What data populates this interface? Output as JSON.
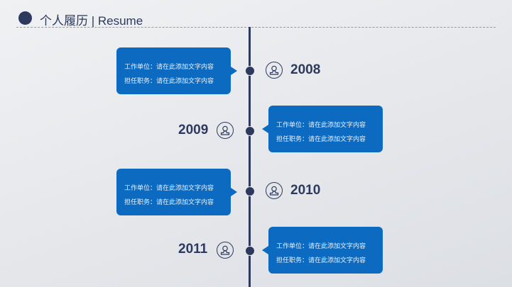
{
  "header": {
    "title": "个人履历 | Resume"
  },
  "entries": [
    {
      "year": "2008",
      "line1": "工作单位：请在此添加文字内容",
      "line2": "担任职务：请在此添加文字内容"
    },
    {
      "year": "2009",
      "line1": "工作单位：请在此添加文字内容",
      "line2": "担任职务：请在此添加文字内容"
    },
    {
      "year": "2010",
      "line1": "工作单位：请在此添加文字内容",
      "line2": "担任职务：请在此添加文字内容"
    },
    {
      "year": "2011",
      "line1": "工作单位：请在此添加文字内容",
      "line2": "担任职务：请在此添加文字内容"
    }
  ],
  "colors": {
    "accent": "#0c6bc0",
    "dark": "#2d3a5e"
  }
}
